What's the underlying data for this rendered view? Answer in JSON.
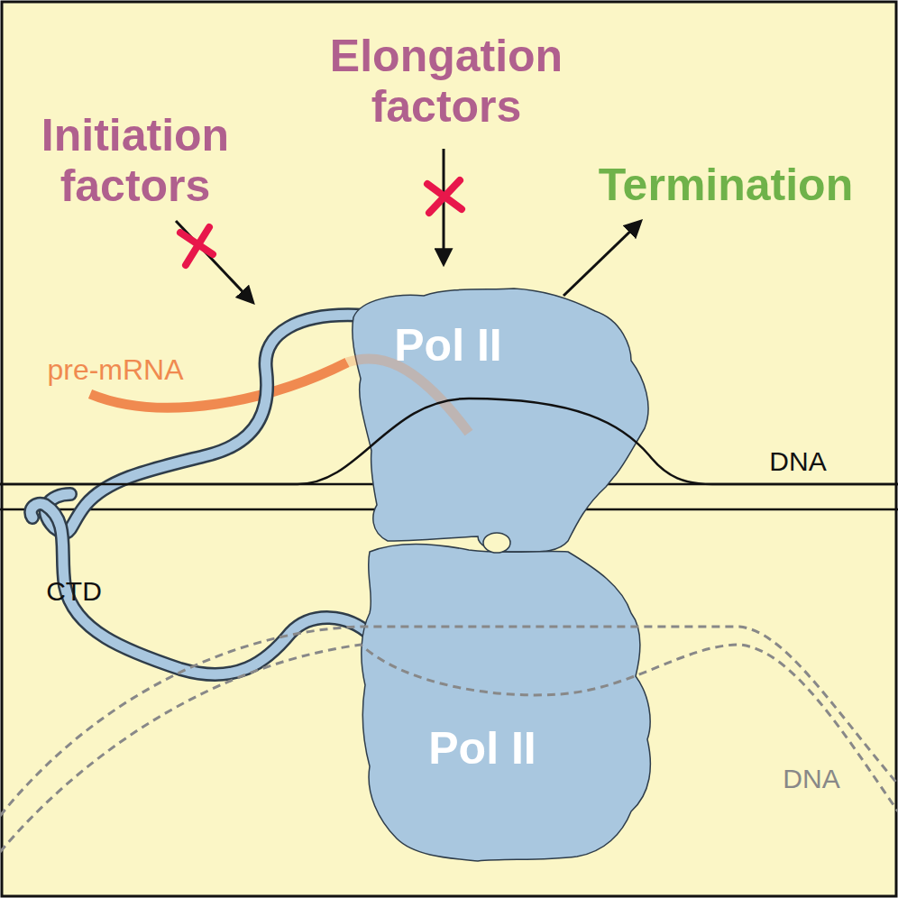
{
  "diagram": {
    "nodes": [
      {
        "text": [
          "Pol II"
        ]
      },
      {
        "text": [
          "Pol II"
        ]
      }
    ],
    "labels": [
      "Initiation factors",
      "Elongation factors",
      "Termination",
      "pre-mRNA",
      "DNA",
      "CTD",
      "DNA"
    ]
  }
}
